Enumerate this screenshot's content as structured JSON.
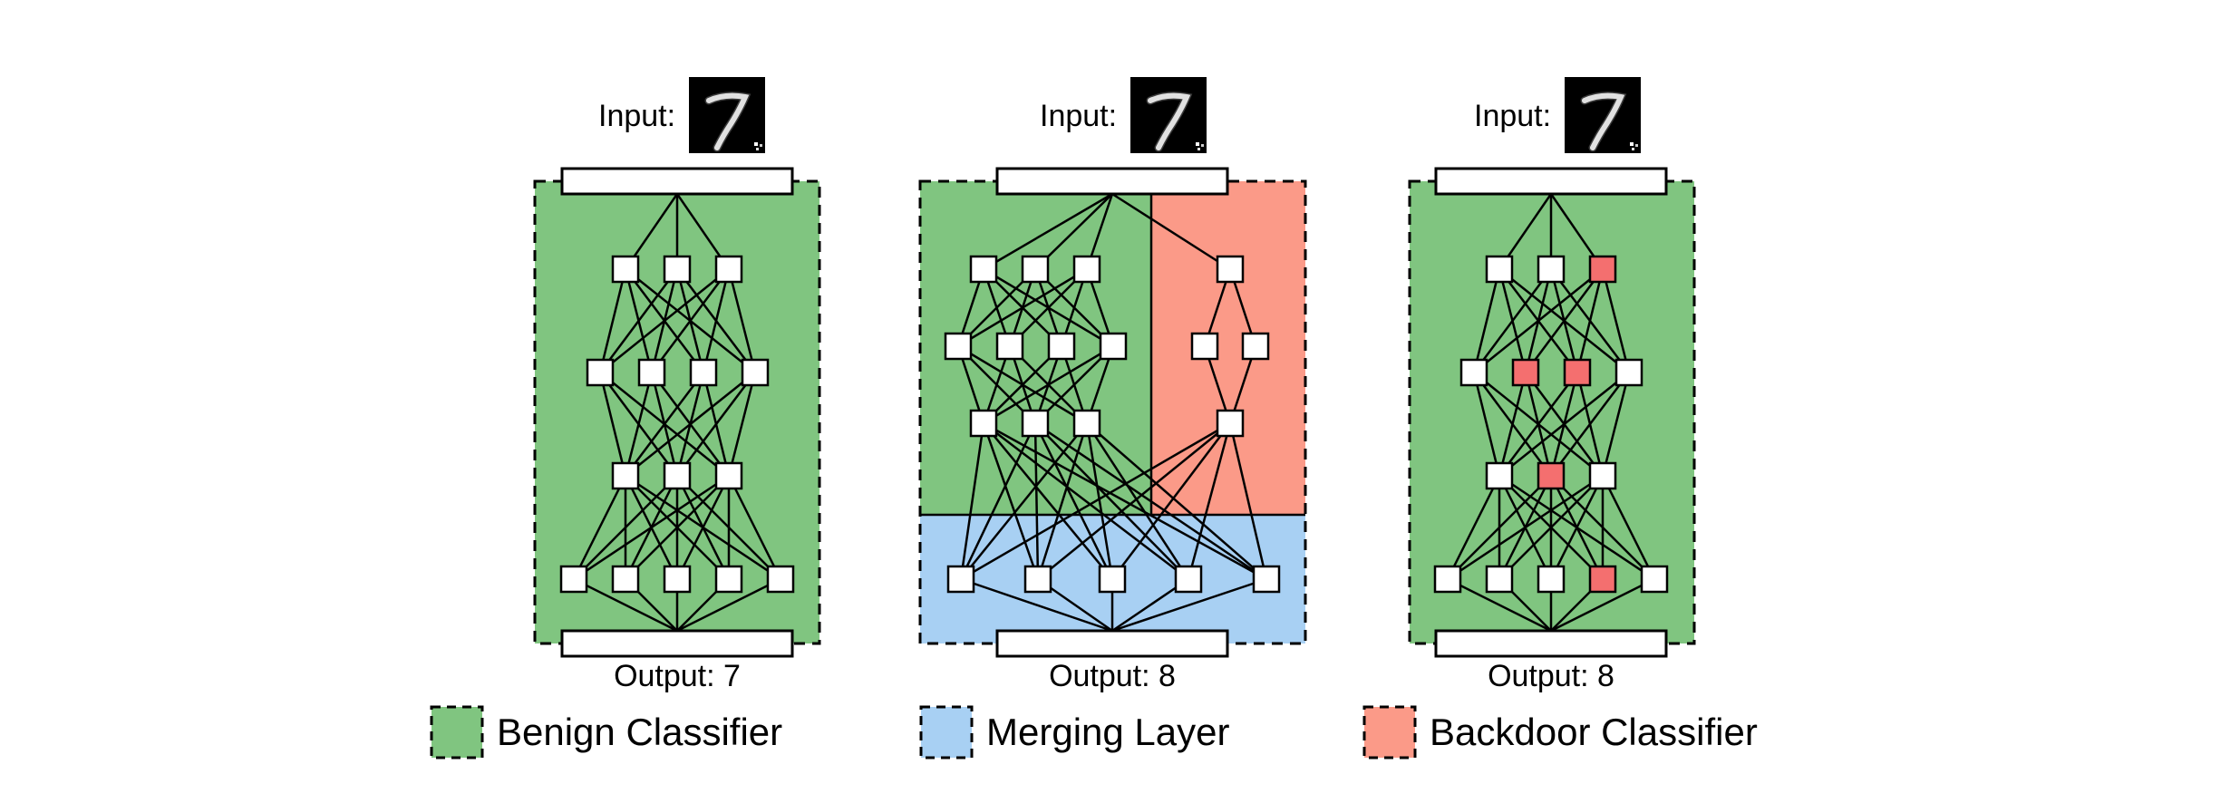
{
  "panels": [
    {
      "input_label": "Input:",
      "output_label": "Output: 7"
    },
    {
      "input_label": "Input:",
      "output_label": "Output: 8"
    },
    {
      "input_label": "Input:",
      "output_label": "Output: 8"
    }
  ],
  "legend": {
    "benign": "Benign Classifier",
    "merging": "Merging Layer",
    "backdoor": "Backdoor Classifier"
  },
  "colors": {
    "benign": "#80c580",
    "merging": "#a8d0f3",
    "backdoor": "#fb9a88",
    "backdoor_node": "#f46f6f",
    "node": "#ffffff",
    "line": "#000000"
  },
  "icons": {
    "input_image": "handwritten-digit-7-thumbnail"
  }
}
